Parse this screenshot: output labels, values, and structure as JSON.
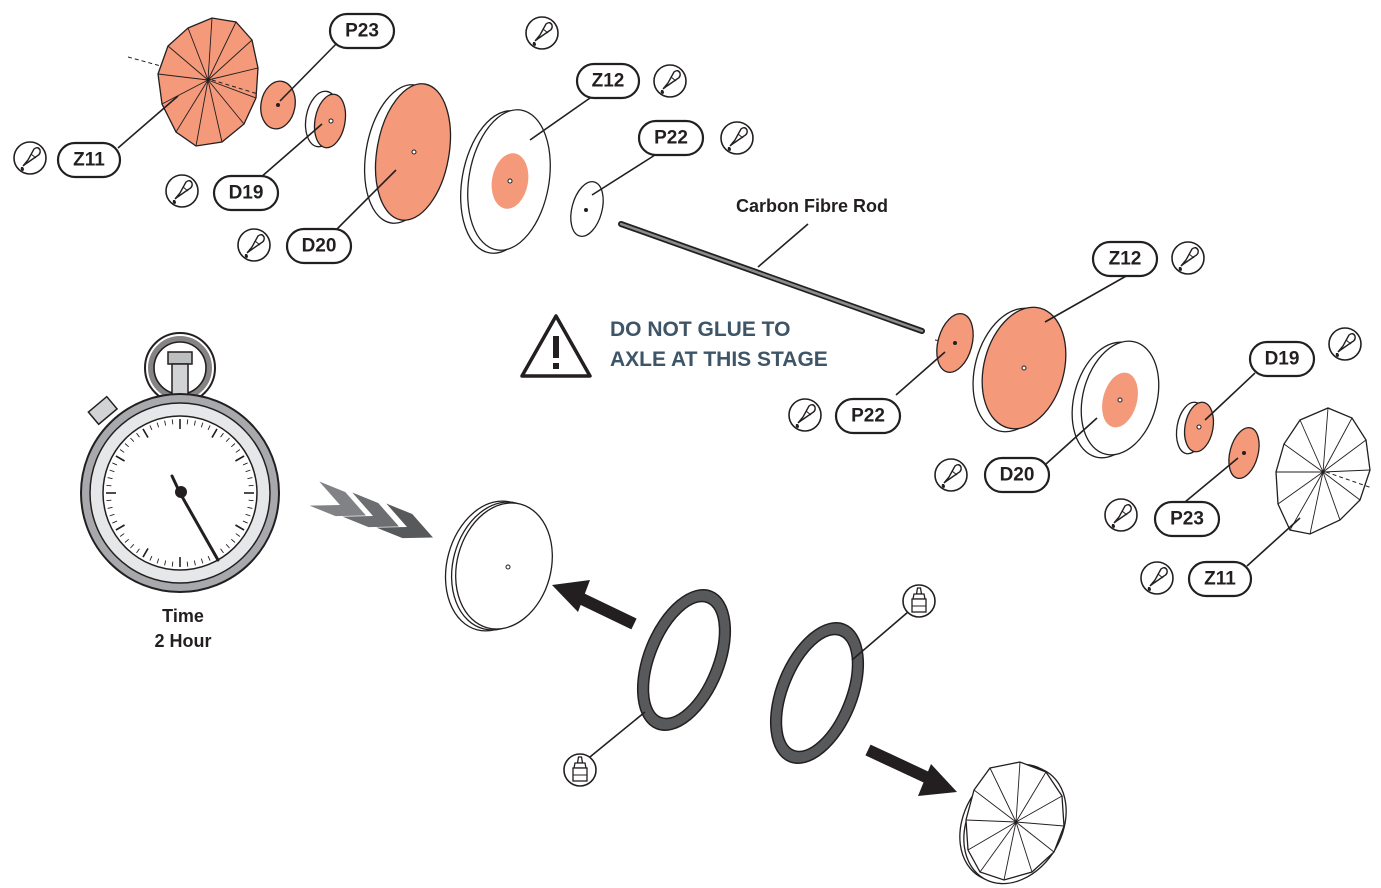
{
  "colors": {
    "part_fill": "#f4997a",
    "outline": "#231f20",
    "warning_text": "#3d5566",
    "ring_fill": "#58595b",
    "arrow_fill": "#231f20"
  },
  "labels": {
    "top_z11": "Z11",
    "top_p23": "P23",
    "top_d19": "D19",
    "top_d20": "D20",
    "top_z12": "Z12",
    "top_p22": "P22",
    "right_z12": "Z12",
    "right_d19": "D19",
    "right_p22": "P22",
    "right_d20": "D20",
    "right_p23": "P23",
    "right_z11": "Z11"
  },
  "rod_label": "Carbon Fibre Rod",
  "warning": {
    "line1": "DO NOT GLUE TO",
    "line2": "AXLE AT THIS STAGE",
    "icon": "warning-triangle-icon"
  },
  "timer": {
    "line1": "Time",
    "line2": "2 Hour",
    "icon": "stopwatch-icon"
  },
  "icons": {
    "glue": "glue-bottle-icon",
    "progress": "chevron-arrows-icon",
    "direction": "arrow-icon"
  }
}
